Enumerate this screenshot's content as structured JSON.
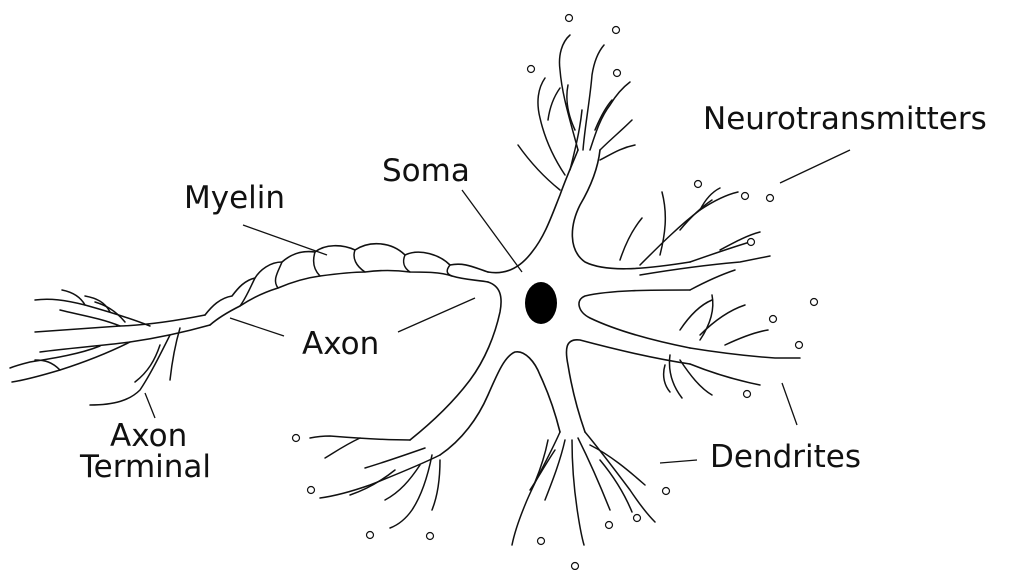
{
  "labels": {
    "neurotransmitters": "Neurotransmitters",
    "soma": "Soma",
    "myelin": "Myelin",
    "axon": "Axon",
    "axon_terminal_line1": "Axon",
    "axon_terminal_line2": "Terminal",
    "dendrites": "Dendrites"
  }
}
